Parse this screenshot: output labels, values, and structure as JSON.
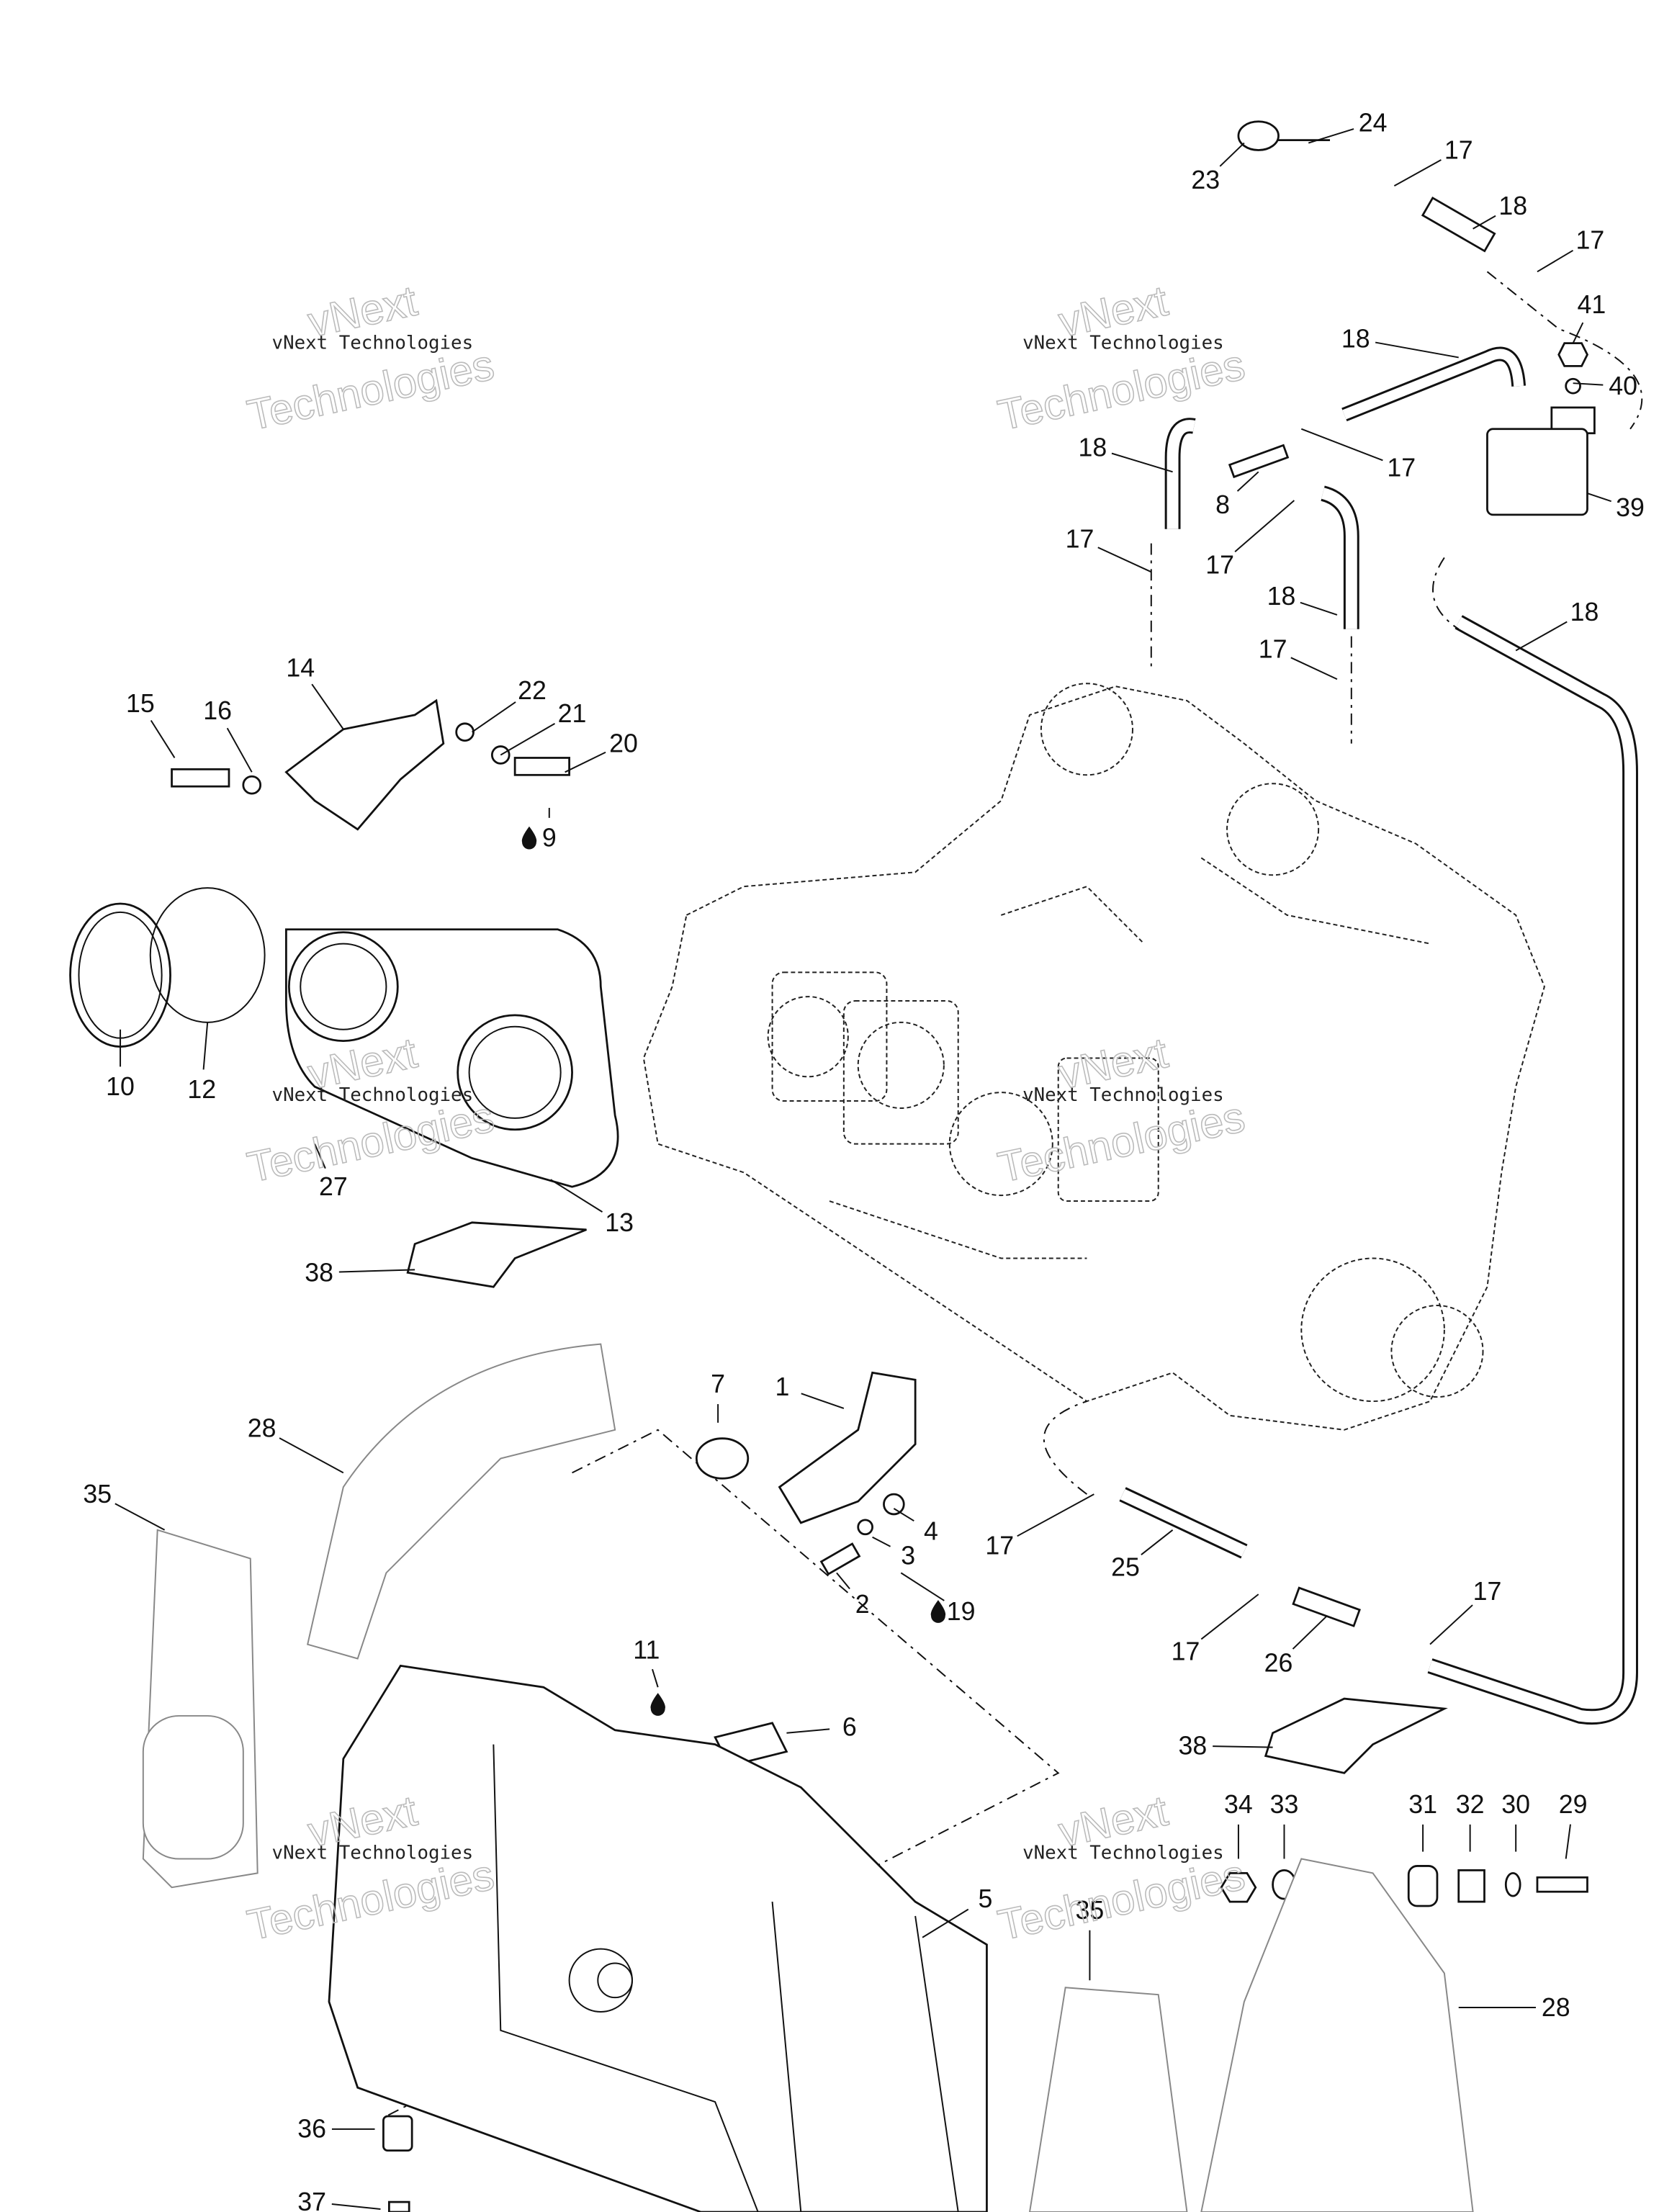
{
  "watermark": {
    "line_small": "vNext Technologies",
    "big_1": "vNext",
    "big_2": "Technologies"
  },
  "callouts": [
    "24",
    "23",
    "17",
    "18",
    "17",
    "41",
    "40",
    "18",
    "18",
    "17",
    "8",
    "39",
    "17",
    "17",
    "18",
    "18",
    "17",
    "14",
    "22",
    "21",
    "15",
    "16",
    "20",
    "9",
    "10",
    "12",
    "27",
    "13",
    "38",
    "7",
    "1",
    "28",
    "35",
    "4",
    "3",
    "17",
    "25",
    "2",
    "19",
    "17",
    "17",
    "26",
    "11",
    "6",
    "38",
    "34",
    "33",
    "31",
    "32",
    "30",
    "29",
    "5",
    "35",
    "28",
    "36",
    "37"
  ],
  "icons": {
    "lubricant": "drop-icon"
  }
}
